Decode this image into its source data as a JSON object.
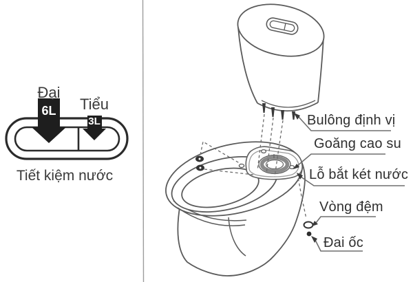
{
  "water_saving_diagram": {
    "full_flush_label": "Đại",
    "full_flush_volume": "6L",
    "half_flush_label": "Tiểu",
    "half_flush_volume": "3L",
    "caption": "Tiết kiệm nước"
  },
  "assembly_diagram": {
    "labels": {
      "positioning_bolt": "Bulông định vị",
      "rubber_gasket": "Goăng cao su",
      "tank_mounting_hole": "Lỗ bắt két nước",
      "washer": "Vòng đệm",
      "nut": "Đai ốc"
    }
  },
  "colors": {
    "background": "#ffffff",
    "line_art": "#5a5a5a",
    "text": "#303030",
    "flush_arrow": "#1e1e1e",
    "flush_arrow_text": "#ffffff",
    "gasket_ring": "#8a8a8a",
    "panel_divider": "#9c9c9c"
  }
}
